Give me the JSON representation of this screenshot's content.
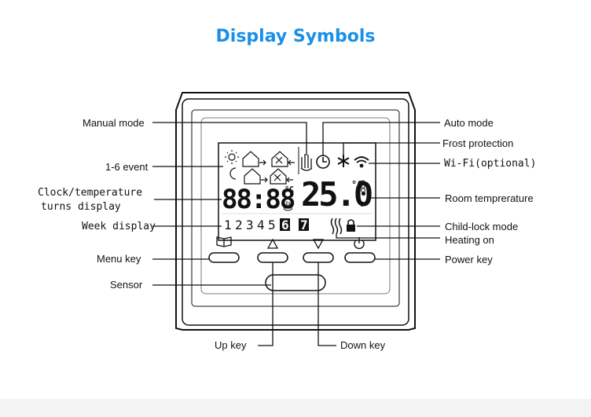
{
  "title": "Display Symbols",
  "labels": {
    "manual_mode": "Manual mode",
    "event": "1-6 event",
    "clock_temp_line1": "Clock/temperature",
    "clock_temp_line2": "turns display",
    "week_display": "Week display",
    "menu_key": "Menu key",
    "sensor": "Sensor",
    "up_key": "Up key",
    "down_key": "Down key",
    "auto_mode": "Auto mode",
    "frost_protection": "Frost protection",
    "wifi": "Wi-Fi(optional)",
    "room_temperature": "Room temprerature",
    "child_lock": "Child-lock mode",
    "heating_on": "Heating on",
    "power_key": "Power key"
  },
  "lcd": {
    "clock": "88:88",
    "temperature": "25.0",
    "celsius": "°C",
    "percent": "%",
    "days": [
      "1",
      "2",
      "3",
      "4",
      "5",
      "6",
      "7"
    ]
  },
  "colors": {
    "title": "#1a8fe8",
    "lines": "#111111"
  }
}
